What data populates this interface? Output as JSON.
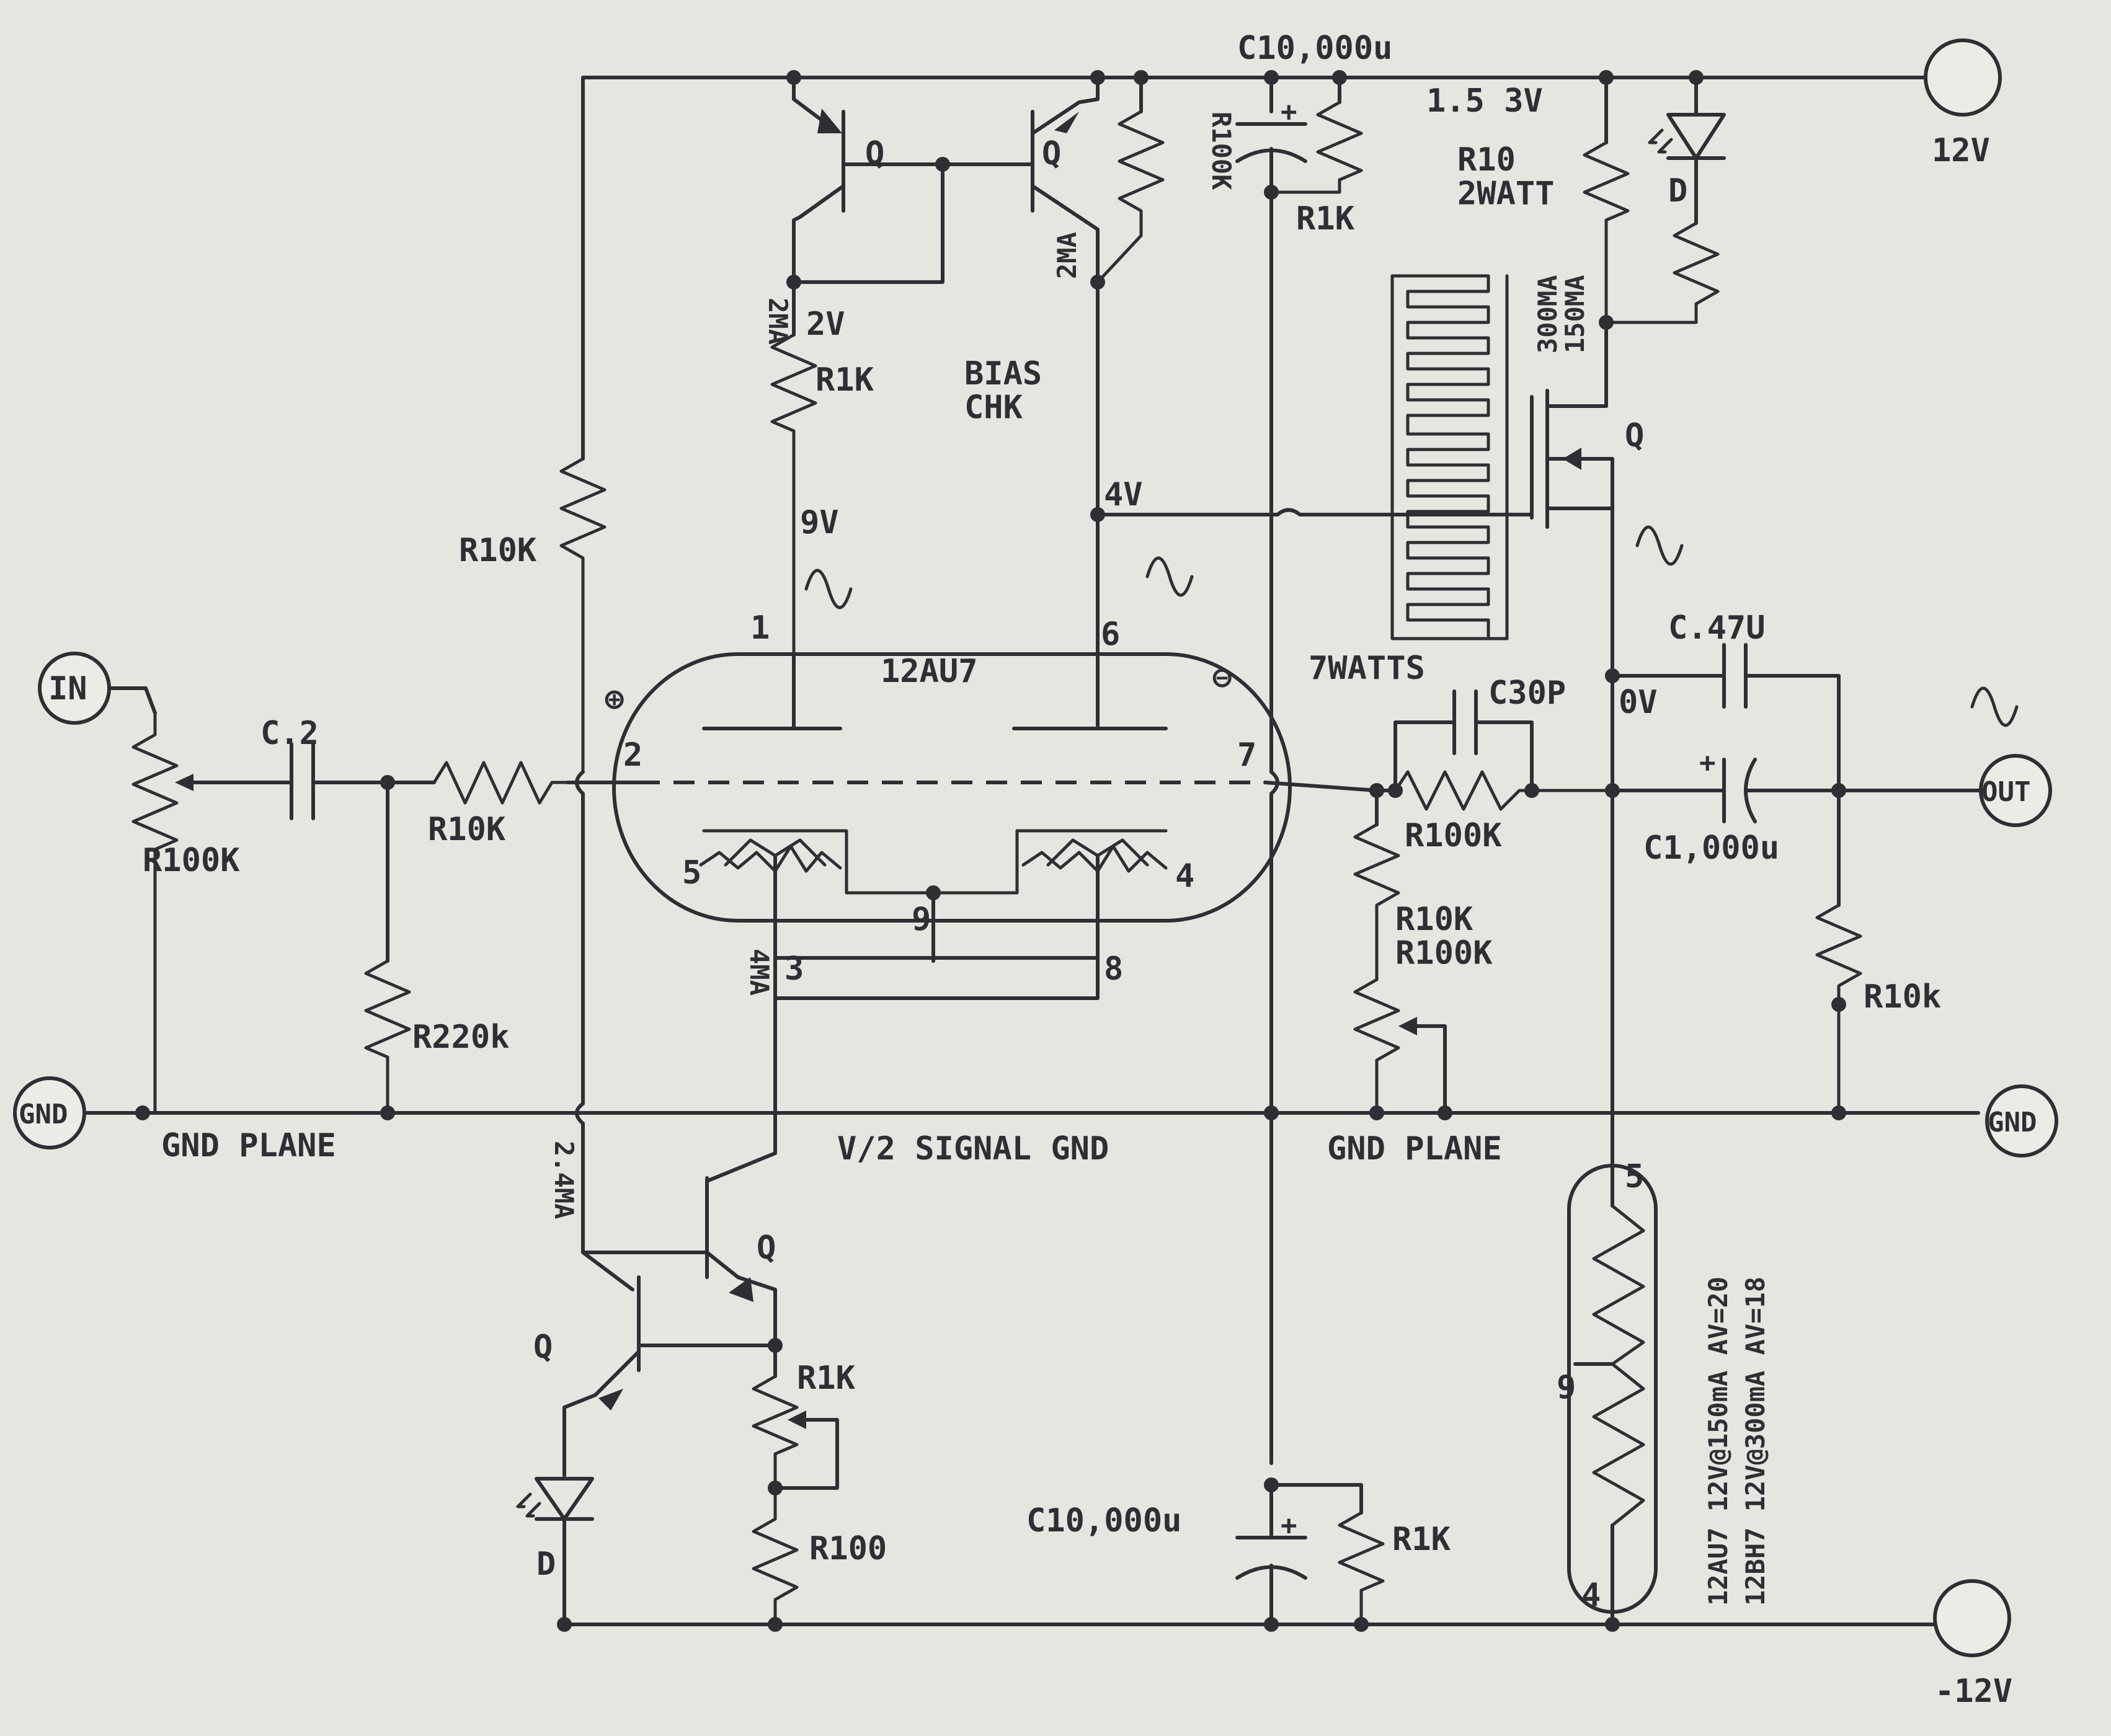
{
  "labels": {
    "top_cap": "C10,000u",
    "bottom_cap": "C10,000u",
    "q": "Q",
    "r100k_top": "R100K",
    "r1k_top": "R1K",
    "r1k_left": "R1K",
    "r1k_bottom": "R1K",
    "r1k_pot": "R1K",
    "v_1_5_3": "1.5 3V",
    "r10_2watt": "R10\n2WATT",
    "d": "D",
    "v12": "12V",
    "vneg12": "-12V",
    "ma_2_left": "2MA",
    "v2": "2V",
    "bias_chk": "BIAS\nCHK",
    "ma_2_right": "2MA",
    "ma_300_150": "300MA\n150MA",
    "v9": "9V",
    "v4": "4V",
    "r10k_left": "R10K",
    "in": "IN",
    "out": "OUT",
    "gnd_left": "GND",
    "gnd_right": "GND",
    "c2": "C.2",
    "r100k_in": "R100K",
    "r10k_in": "R10K",
    "r220k": "R220k",
    "gnd_plane_left": "GND PLANE",
    "signal_gnd": "V/2 SIGNAL GND",
    "gnd_plane_right": "GND PLANE",
    "tube": "12AU7",
    "pin1": "1",
    "pin2": "2",
    "pin3": "3",
    "pin4": "4",
    "pin5": "5",
    "pin6": "6",
    "pin7": "7",
    "pin8": "8",
    "pin9": "9",
    "plus": "⊕",
    "minus": "⊖",
    "seven_watts": "7WATTS",
    "c30p": "C30P",
    "v0": "0V",
    "c47u": "C.47U",
    "c1000u": "C1,000u",
    "r100k_fb": "R100K",
    "r10k_r100k": "R10K\nR100K",
    "r10k_out": "R10k",
    "ma_4": "4MA",
    "ma_2_4": "2.4MA",
    "r100": "R100",
    "heater_pin5": "5",
    "heater_pin9": "9",
    "heater_pin4": "4",
    "heater_note_1": "12AU7 12V@150mA AV=20",
    "heater_note_2": "12BH7 12V@300mA AV=18"
  }
}
